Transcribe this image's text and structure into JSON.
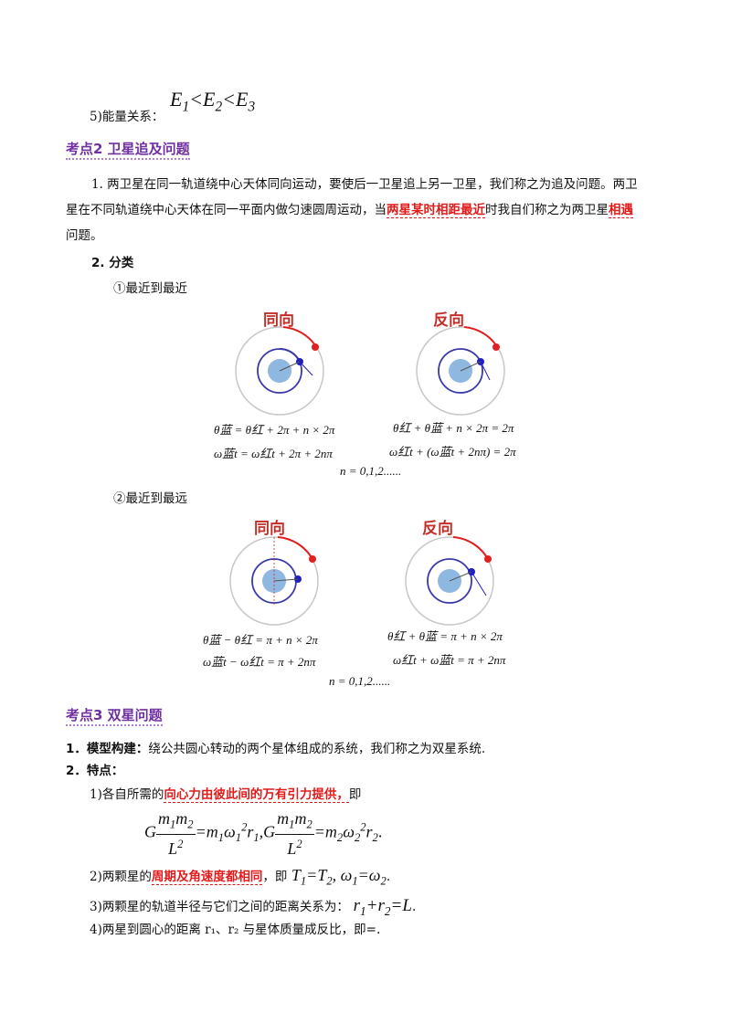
{
  "energy": {
    "label": "5)能量关系：",
    "formula": "E1<E2<E3"
  },
  "section2": {
    "title": "考点2  卫星追及问题",
    "p1_a": "1. 两卫星在同一轨道绕中心天体同向运动，要使后一卫星追上另一卫星，我们称之为追及问题。两卫",
    "p1_b": "星在不同轨道绕中心天体在同一平面内做匀速圆周运动，当",
    "p1_red1": "两星某时相距最近",
    "p1_c": "时我自们称之为两卫星",
    "p1_red2": "相遇",
    "p1_d": "问题。",
    "classify": "2. 分类",
    "case1": "①最近到最近",
    "case2": "②最近到最远",
    "diag_same": "同向",
    "diag_opp": "反向",
    "f1_same_a": "θ蓝 = θ红 + 2π + n × 2π",
    "f1_same_b": "ω蓝t = ω红t + 2π + 2nπ",
    "f1_opp_a": "θ红 + θ蓝 + n × 2π = 2π",
    "f1_opp_b": "ω红t + (ω蓝t + 2nπ) = 2π",
    "f1_n": "n = 0,1,2......",
    "f2_same_a": "θ蓝 − θ红 = π + n × 2π",
    "f2_same_b": "ω蓝t − ω红t = π + 2nπ",
    "f2_opp_a": "θ红 + θ蓝 = π + n × 2π",
    "f2_opp_b": "ω红t + ω蓝t = π + 2nπ",
    "f2_n": "n = 0,1,2......"
  },
  "section3": {
    "title": "考点3  双星问题",
    "model_label": "1．模型构建：",
    "model_text": "绕公共圆心转动的两个星体组成的系统，我们称之为双星系统.",
    "feature_label": "2．特点：",
    "f1_a": "1)各自所需的",
    "f1_red": "向心力由彼此间的万有引力提供，",
    "f1_b": "即",
    "f2_a": "2)两颗星的",
    "f2_red": "周期及角速度都相同",
    "f2_b": "，即",
    "f3_a": "3)两颗星的轨道半径与它们之间的距离关系为：",
    "f4": "4)两星到圆心的距离 r₁、r₂ 与星体质量成反比，即=."
  },
  "colors": {
    "heading": "#7030a0",
    "emphasis": "#e31a1a",
    "diagram_title": "#c0302a",
    "planet": "#8fb8e0",
    "blue_orbit": "#3a3aa8",
    "red_orbit": "#e02020"
  }
}
